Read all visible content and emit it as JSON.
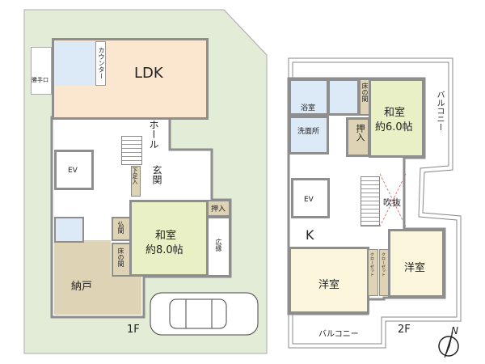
{
  "floor1": {
    "label": "1F",
    "rooms": {
      "ldk": "LDK",
      "counter": "カウンター",
      "back_door": "勝手口",
      "hall": "ホール",
      "entrance": "玄関",
      "shoe_storage": "下足入",
      "ev": "EV",
      "washitsu_name": "和室",
      "washitsu_size": "約8.0帖",
      "butsuma": "仏間",
      "tokonoma": "床の間",
      "oshiire": "押入",
      "hiroen": "広縁",
      "storage": "納戸"
    }
  },
  "floor2": {
    "label": "2F",
    "rooms": {
      "bath": "浴室",
      "washroom": "洗面所",
      "tokonoma": "床の間",
      "oshiire": "押入",
      "washitsu_name": "和室",
      "washitsu_size": "約6.0帖",
      "balcony_east": "バルコニー",
      "balcony_south": "バルコニー",
      "ev": "EV",
      "void": "吹抜",
      "k": "K",
      "western_left": "洋室",
      "western_right": "洋室",
      "closet_left": "クローゼット",
      "closet_right": "クローゼット"
    }
  },
  "compass": {
    "label": "N"
  },
  "colors": {
    "lot": "#e2ecd6",
    "ldk": "#fbe7cf",
    "kitchen": "#dbeaf6",
    "tatami": "#eaf0c6",
    "storage": "#dfd3b6",
    "western": "#fbf6dc",
    "wall": "#8e8e8e"
  }
}
